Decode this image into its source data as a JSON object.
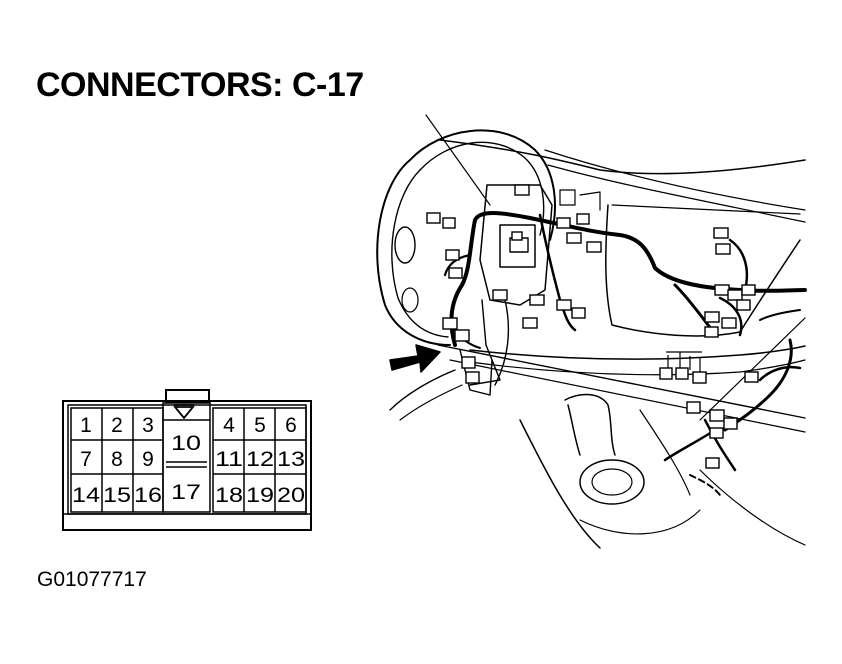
{
  "title": "CONNECTORS: C-17",
  "figure_code": "G01077717",
  "connector": {
    "left_pins": [
      [
        "1",
        "2",
        "3"
      ],
      [
        "7",
        "8",
        "9"
      ],
      [
        "14",
        "15",
        "16"
      ]
    ],
    "center_pins": [
      "10",
      "17"
    ],
    "right_pins": [
      [
        "4",
        "5",
        "6"
      ],
      [
        "11",
        "12",
        "13"
      ],
      [
        "18",
        "19",
        "20"
      ]
    ]
  },
  "icons": {
    "key": "polarization-key-icon",
    "triangle": "pin-one-triangle-icon",
    "arrow": "location-arrow-icon"
  }
}
